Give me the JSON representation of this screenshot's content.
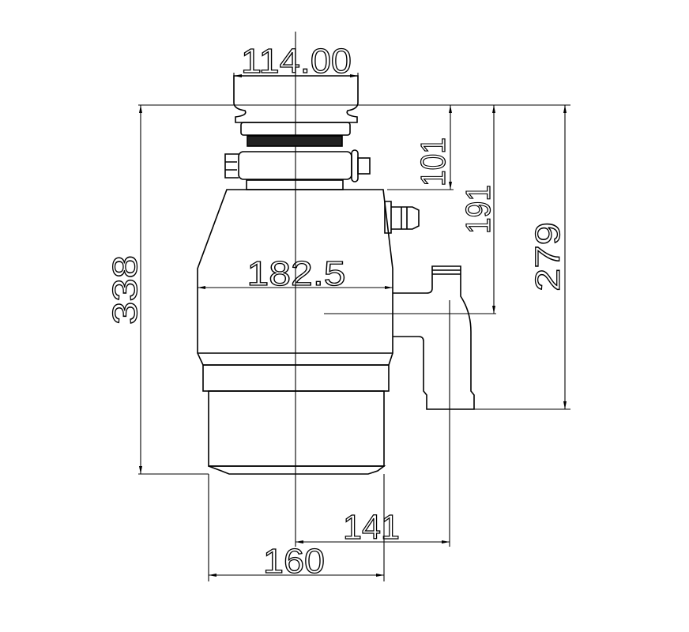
{
  "drawing": {
    "title": "Food waste disposer dimension drawing",
    "dimensions": {
      "flange_width": "114.00",
      "body_width": "182.5",
      "top_to_inlet": "101",
      "top_to_outlet_center": "191",
      "top_to_outlet_bottom": "279",
      "overall_height": "338",
      "center_to_outlet": "141",
      "base_width": "160"
    }
  }
}
